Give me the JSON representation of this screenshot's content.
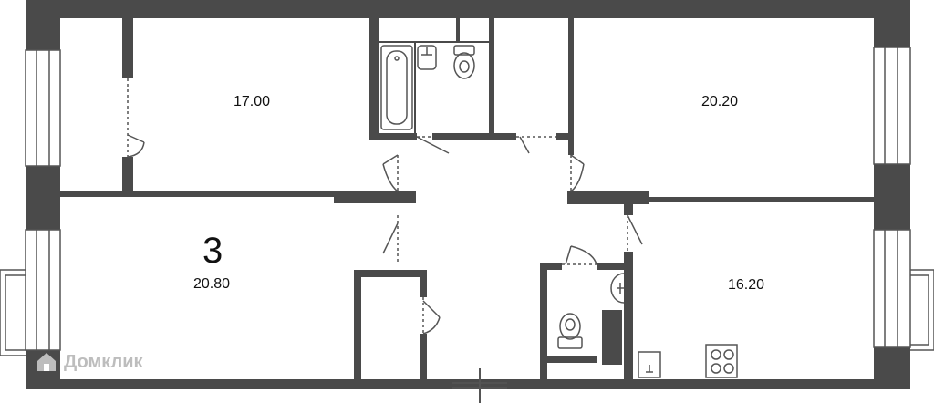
{
  "plan": {
    "room_count": "3",
    "rooms": [
      {
        "id": "bedroom-top-left",
        "area": "17.00"
      },
      {
        "id": "bedroom-top-right",
        "area": "20.20"
      },
      {
        "id": "living-room",
        "area": "20.80"
      },
      {
        "id": "kitchen",
        "area": "16.20"
      }
    ],
    "fixtures": [
      "bathtub-icon",
      "sink-icon",
      "toilet-icon",
      "stove-icon"
    ]
  },
  "watermark": {
    "text": "Домклик"
  },
  "colors": {
    "wall": "#4a4a4a",
    "door_line": "#7a7a7a",
    "watermark": "#bdbdbd"
  }
}
